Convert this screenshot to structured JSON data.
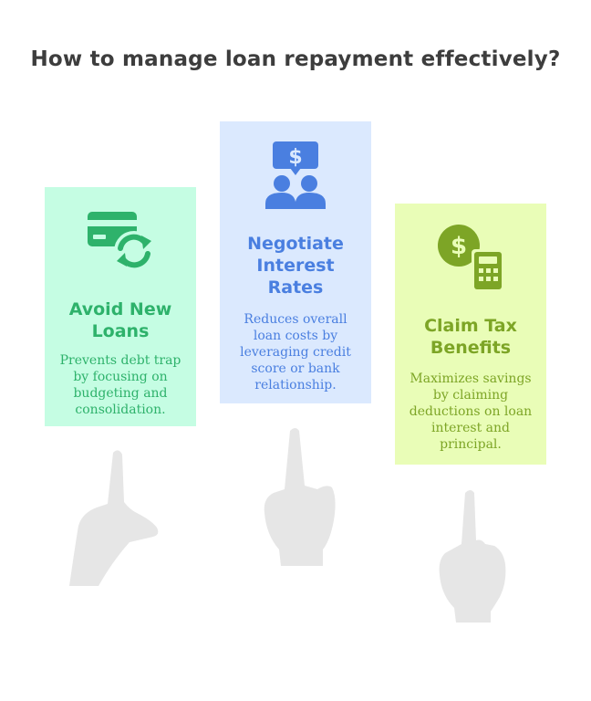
{
  "title": "How to manage loan repayment effectively?",
  "colors": {
    "card_1_bg": "#c5fde3",
    "card_1_accent": "#2eb26b",
    "card_2_bg": "#dbe9fe",
    "card_2_accent": "#4a7fe0",
    "card_3_bg": "#e9fdb7",
    "card_3_accent": "#7da526",
    "hand": "#e6e6e6"
  },
  "cards": [
    {
      "icon": "credit-card-refresh-icon",
      "heading": "Avoid New\nLoans",
      "description": "Prevents debt trap\nby focusing on\nbudgeting and\nconsolidation."
    },
    {
      "icon": "people-dollar-chat-icon",
      "heading": "Negotiate\nInterest\nRates",
      "description": "Reduces overall\nloan costs by\nleveraging credit\nscore or bank\nrelationship."
    },
    {
      "icon": "dollar-calculator-icon",
      "heading": "Claim Tax\nBenefits",
      "description": "Maximizes savings\nby claiming\ndeductions on loan\ninterest and\nprincipal."
    }
  ]
}
